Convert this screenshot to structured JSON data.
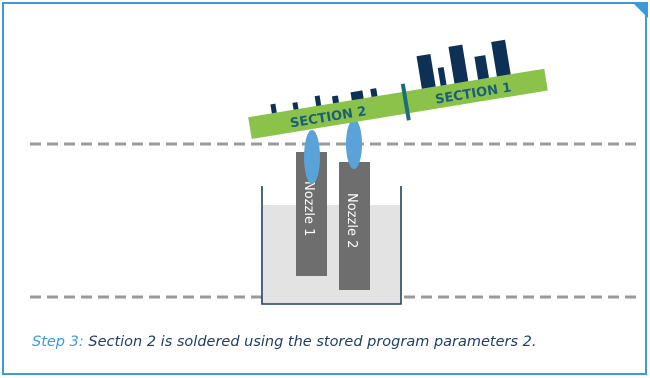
{
  "board": {
    "section_left": "SECTION 2",
    "section_right": "SECTION 1"
  },
  "nozzles": [
    {
      "label": "Nozzle 1"
    },
    {
      "label": "Nozzle 2"
    }
  ],
  "caption": {
    "step": "Step 3",
    "separator": ":",
    "text": " Section 2 is soldered using the stored program parameters 2."
  },
  "colors": {
    "frame": "#3d9ad6",
    "board": "#8bc34a",
    "section_text": "#1b5e7a",
    "components": "#0d3154",
    "nozzle": "#6e6e6e",
    "solder_wave": "#5aa3d9",
    "bath_liquid": "#e3e3e3",
    "bath_outline": "#1f3f66",
    "dash_line": "#9a9a9a",
    "caption_text": "#1f3f66"
  }
}
